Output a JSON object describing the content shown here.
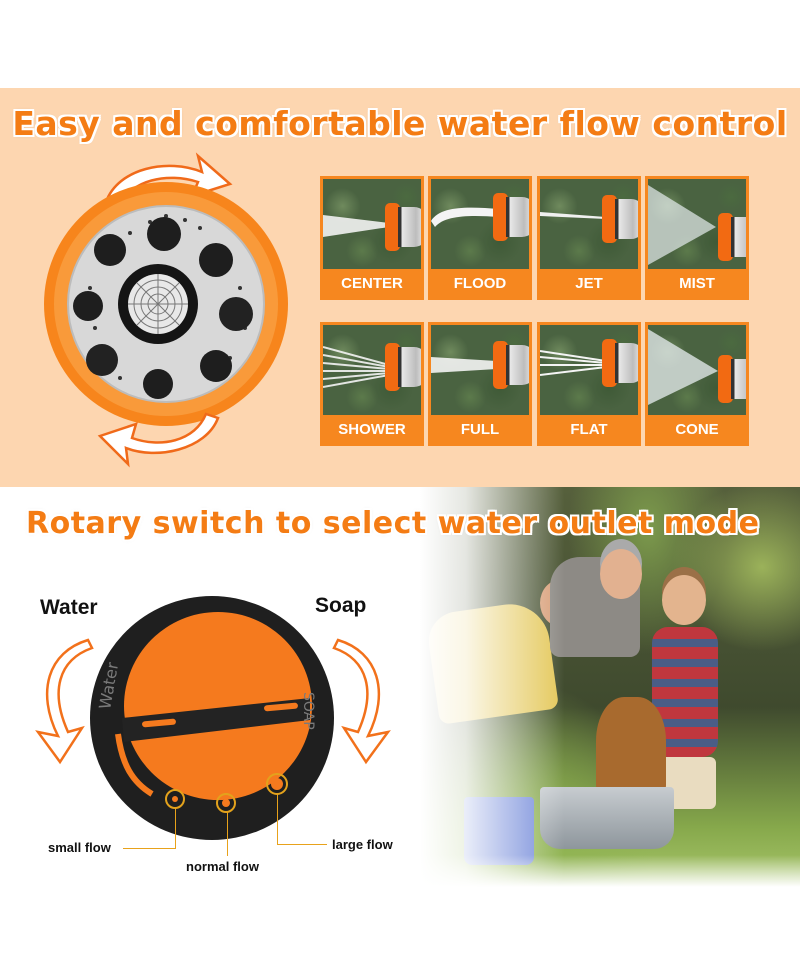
{
  "top_section": {
    "title": "Easy and comfortable water flow control",
    "background_color": "#fdd6b0",
    "accent_color": "#f47c14",
    "nozzle_head": {
      "icon": "rotate-arrows-icon",
      "outlets": 9
    },
    "modes_row_1": [
      {
        "label": "CENTER",
        "spray": "center"
      },
      {
        "label": "FLOOD",
        "spray": "flood"
      },
      {
        "label": "JET",
        "spray": "jet"
      },
      {
        "label": "MIST",
        "spray": "mist"
      }
    ],
    "modes_row_2": [
      {
        "label": "SHOWER",
        "spray": "shower"
      },
      {
        "label": "FULL",
        "spray": "full"
      },
      {
        "label": "FLAT",
        "spray": "flat"
      },
      {
        "label": "CONE",
        "spray": "cone"
      }
    ]
  },
  "bottom_section": {
    "title": "Rotary switch to select water outlet mode",
    "dial": {
      "left_label": "Water",
      "right_label": "Soap",
      "ring_text_left": "Water",
      "ring_text_right": "SOAP",
      "flow_labels": {
        "small": "small flow",
        "normal": "normal flow",
        "large": "large flow"
      }
    }
  }
}
